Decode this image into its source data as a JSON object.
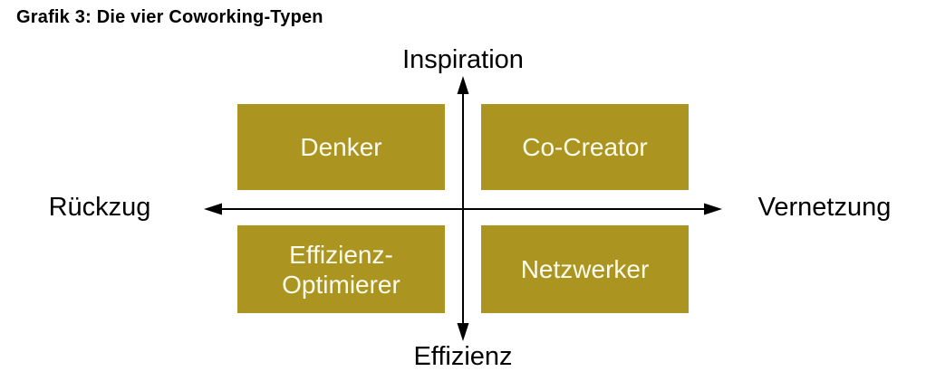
{
  "title": "Grafik 3: Die vier Coworking-Typen",
  "axes": {
    "vertical_top_label": "Inspiration",
    "vertical_bottom_label": "Effizienz",
    "horizontal_left_label": "Rückzug",
    "horizontal_right_label": "Vernetzung"
  },
  "quadrants": {
    "top_left": {
      "label": "Denker"
    },
    "top_right": {
      "label": "Co-Creator"
    },
    "bottom_left": {
      "label_line1": "Effizienz-",
      "label_line2": "Optimierer"
    },
    "bottom_right": {
      "label": "Netzwerker"
    }
  },
  "colors": {
    "box_fill": "#AB9420",
    "box_text": "#FCFCEE",
    "axis": "#000000"
  }
}
